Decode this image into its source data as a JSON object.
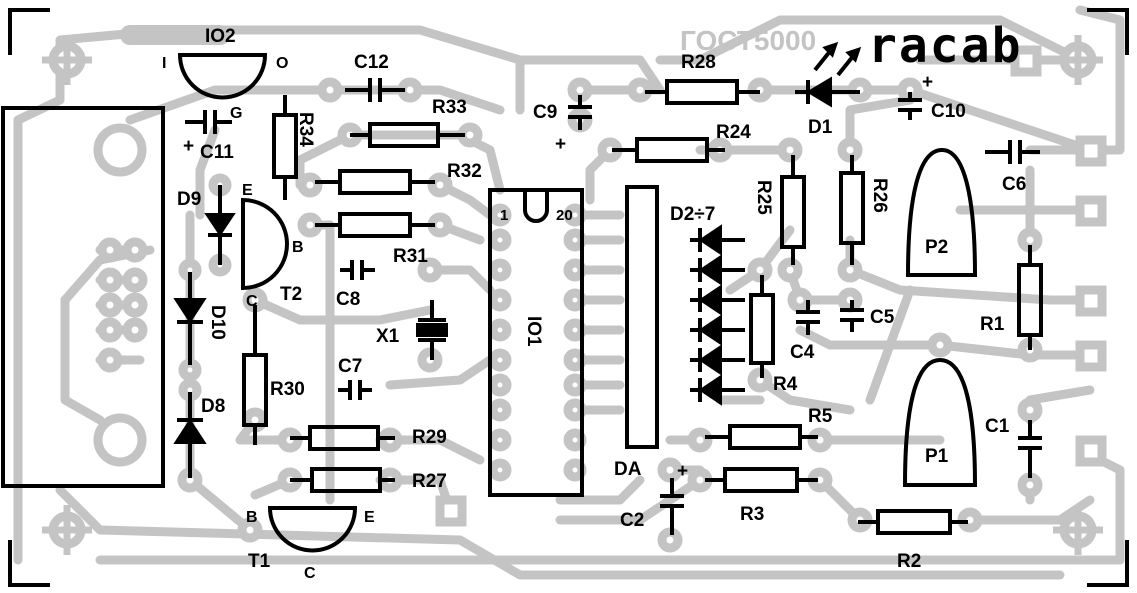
{
  "board": {
    "brand": "racab",
    "ghost_text": "ГОСТ5000"
  },
  "labels": {
    "IO2": "IO2",
    "IO2_I": "I",
    "IO2_O": "O",
    "IO2_G": "G",
    "C12": "C12",
    "R33": "R33",
    "R34": "R34",
    "C11": "C11",
    "C11_plus": "+",
    "R32": "R32",
    "R31": "R31",
    "C8": "C8",
    "C7": "C7",
    "X1": "X1",
    "D9": "D9",
    "D10": "D10",
    "D8": "D8",
    "T2": "T2",
    "T2_E": "E",
    "T2_B": "B",
    "T2_C": "C",
    "R30": "R30",
    "R29": "R29",
    "R27": "R27",
    "T1": "T1",
    "T1_B": "B",
    "T1_E": "E",
    "T1_C": "C",
    "IO1": "IO1",
    "pin1": "1",
    "pin20": "20",
    "C9": "C9",
    "C9_plus": "+",
    "R28": "R28",
    "R24": "R24",
    "D1": "D1",
    "C10": "C10",
    "C10_plus": "+",
    "DA": "DA",
    "D2_7": "D2÷7",
    "R25": "R25",
    "R26": "R26",
    "C6": "C6",
    "P2": "P2",
    "C4": "C4",
    "C5": "C5",
    "R4": "R4",
    "R1": "R1",
    "R5": "R5",
    "R3": "R3",
    "C2": "C2",
    "C2_plus": "+",
    "P1": "P1",
    "C1": "C1",
    "R2": "R2"
  },
  "colors": {
    "copper": "#c4c4c4",
    "silk": "#000000",
    "background": "#ffffff"
  }
}
